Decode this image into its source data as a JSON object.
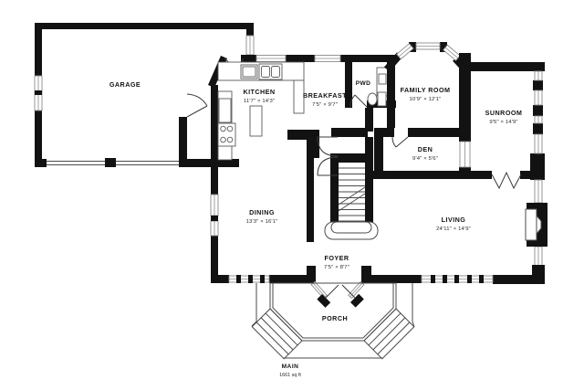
{
  "plan": {
    "floor": {
      "name": "MAIN",
      "area": "1661 sq ft"
    },
    "colors": {
      "wall": "#121212",
      "background": "#ffffff",
      "window_frame": "#8c8c8c",
      "outline": "#4a4a4a",
      "text": "#141414"
    },
    "rooms": [
      {
        "id": "garage",
        "label": "GARAGE",
        "dims": ""
      },
      {
        "id": "kitchen",
        "label": "KITCHEN",
        "dims": "11'7\" × 14'3\""
      },
      {
        "id": "breakfast",
        "label": "BREAKFAST",
        "dims": "7'5\" × 9'7\""
      },
      {
        "id": "pwd",
        "label": "PWD",
        "dims": ""
      },
      {
        "id": "family-room",
        "label": "FAMILY ROOM",
        "dims": "10'9\" × 12'1\""
      },
      {
        "id": "sunroom",
        "label": "SUNROOM",
        "dims": "9'5\" × 14'9\""
      },
      {
        "id": "den",
        "label": "DEN",
        "dims": "9'4\" × 5'6\""
      },
      {
        "id": "dining",
        "label": "DINING",
        "dims": "13'3\" × 16'1\""
      },
      {
        "id": "living",
        "label": "LIVING",
        "dims": "24'11\" × 14'9\""
      },
      {
        "id": "foyer",
        "label": "FOYER",
        "dims": "7'5\" × 8'7\""
      },
      {
        "id": "porch",
        "label": "PORCH",
        "dims": ""
      }
    ]
  }
}
